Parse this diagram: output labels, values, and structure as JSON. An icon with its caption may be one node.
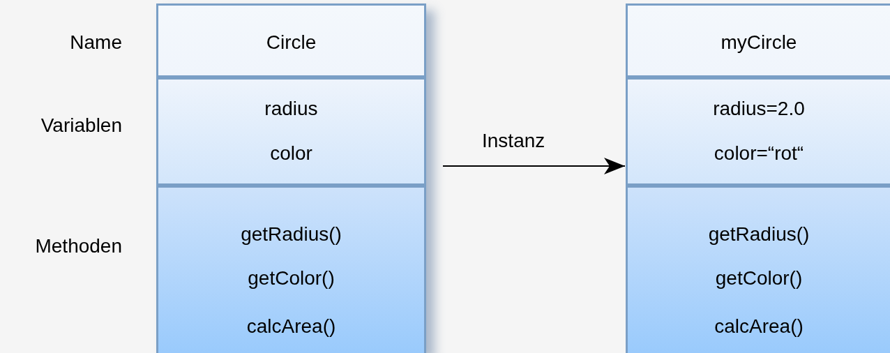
{
  "diagram": {
    "nodes": [
      {
        "text": [],
        "shape": "box"
      },
      {
        "text": [
          "Circle"
        ],
        "in": 0
      },
      {
        "text": [
          "radius",
          "color"
        ],
        "in": 0
      },
      {
        "text": [
          "getRadius()",
          "getColor()",
          "calcArea()"
        ],
        "in": 0
      },
      {
        "text": [],
        "shape": "box"
      },
      {
        "text": [
          "myCircle"
        ],
        "in": 4
      },
      {
        "text": [
          "radius=2.0",
          "color=“rot“"
        ],
        "in": 4
      },
      {
        "text": [
          "getRadius()",
          "getColor()",
          "calcArea()"
        ],
        "in": 4
      }
    ],
    "edges": [
      {
        "from": 0,
        "to": 4,
        "arrow": "to",
        "label": "Instanz"
      }
    ],
    "labels": [
      "Name",
      "Variablen",
      "Methoden"
    ]
  }
}
